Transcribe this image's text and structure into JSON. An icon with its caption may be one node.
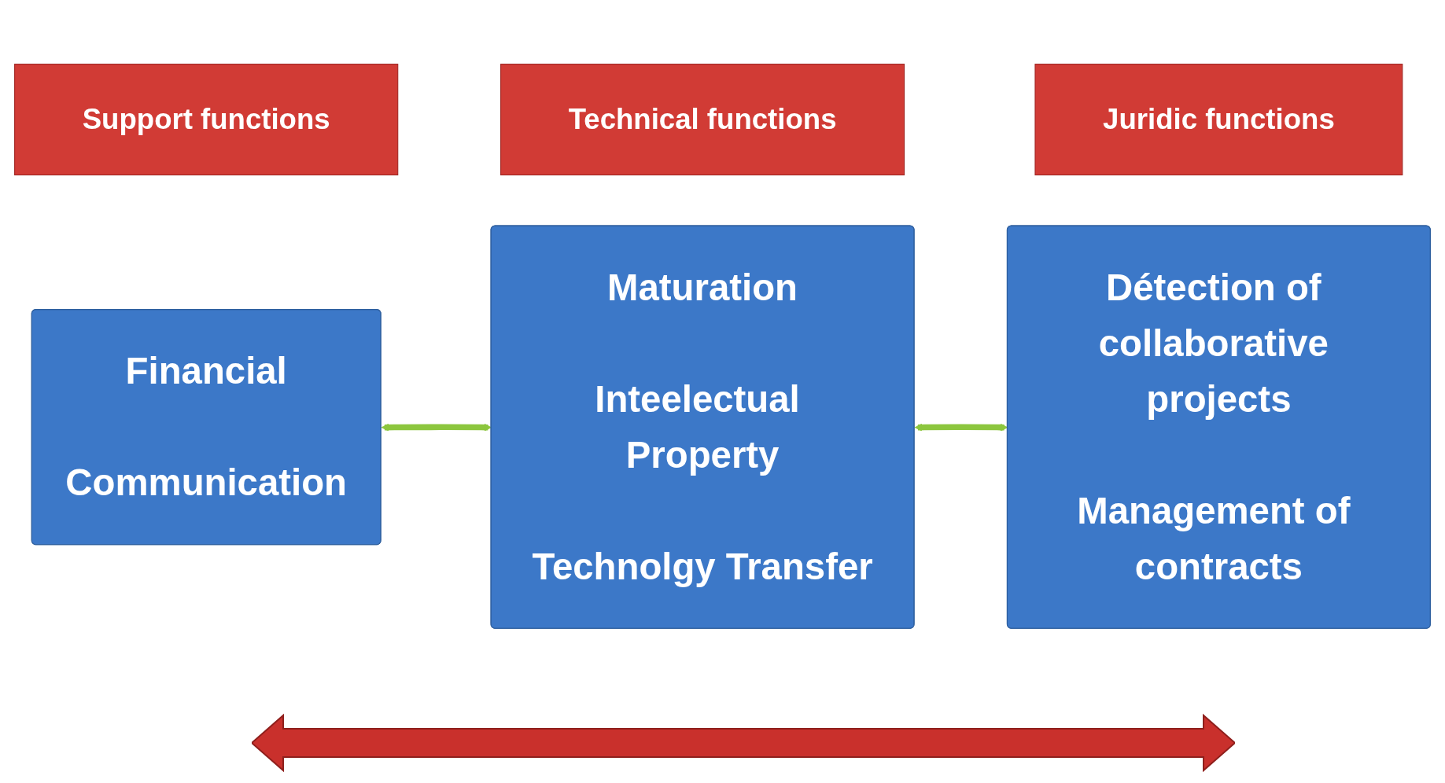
{
  "diagram": {
    "nodes": [
      {
        "text": [
          "Support functions"
        ]
      },
      {
        "text": [
          "Technical  functions"
        ]
      },
      {
        "text": [
          "Juridic  functions"
        ]
      },
      {
        "text": [
          "Financial",
          "Communication"
        ]
      },
      {
        "text": [
          "Maturation",
          "Inteelectual Property",
          "Technolgy Transfer"
        ]
      },
      {
        "text": [
          "Détection of collaborative projects",
          "Management of contracts"
        ]
      }
    ],
    "edges": [
      {
        "from": 3,
        "to": 4,
        "arrow": "both"
      },
      {
        "from": 4,
        "to": 5,
        "arrow": "both"
      }
    ]
  }
}
